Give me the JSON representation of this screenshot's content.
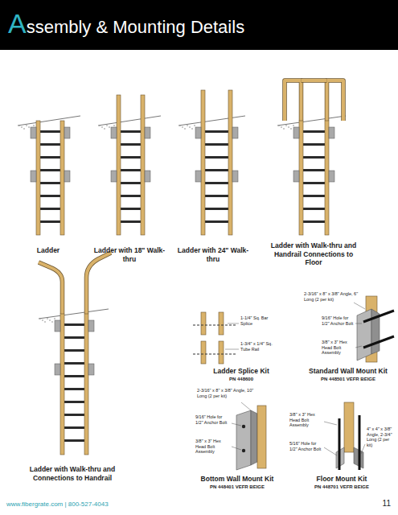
{
  "diagram": {
    "title": "Assembly & Mounting Details",
    "labels": [
      "Ladder",
      "Ladder with 18\" Walk-thru",
      "Ladder with 24\" Walk-thru",
      "Ladder with Walk-thru and Handrail Connections to Floor",
      "Ladder with Walk-thru and Connections to Handrail",
      "1-1/4\" Sq. Bar Splice",
      "1-3/4\" x 1/4\" Sq. Tube Rail",
      "Ladder Splice Kit",
      "PN 448600",
      "2-3/16\" x 8\" x 3/8\" Angle, 6\" Long (2 per kit)",
      "9/16\" Hole for 1/2\" Anchor Bolt",
      "3/8\" x 3\" Hex Head Bolt Assembly",
      "Standard Wall Mount Kit",
      "PN 448501 VEFR BEIGE",
      "2-3/16\" x 8\" x 3/8\" Angle, 10\" Long (2 per kit)",
      "9/16\" Hole for 1/2\" Anchor Bolt",
      "3/8\" x 3\" Hex Head Bolt Assembly",
      "Bottom Wall Mount Kit",
      "PN 448401 VEFR BEIGE",
      "3/8\" x 3\" Hex Head Bolt Assembly",
      "5/16\" Hole for 1/2\" Anchor Bolt",
      "4\" x 4\" x 3/8\" Angle, 2-3/4\" Long (2 per kit)",
      "Floor Mount Kit",
      "PN 448701 VEFR BEIGE",
      "www.fibergrate.com | 800-527-4043",
      "11"
    ]
  }
}
